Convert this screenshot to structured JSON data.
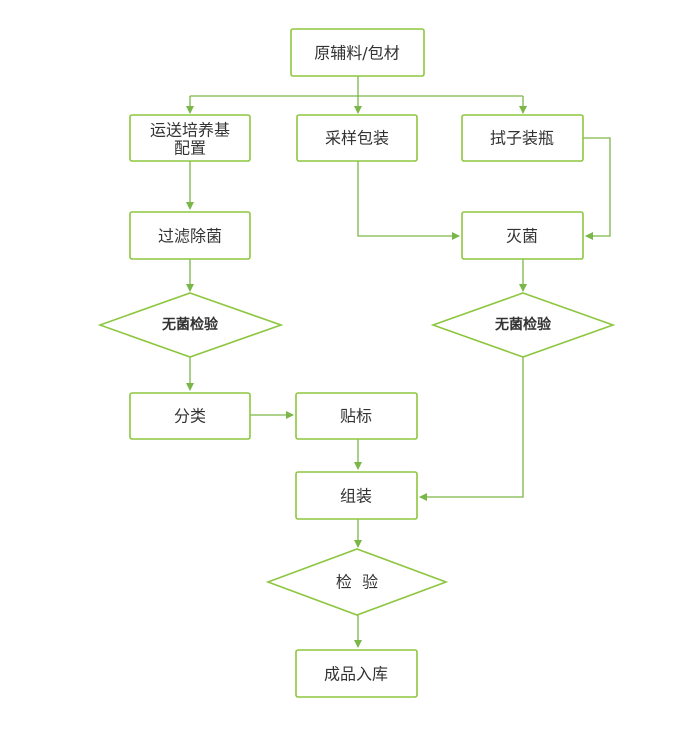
{
  "flowchart": {
    "nodes": {
      "raw_materials": "原辅料/包材",
      "medium_prep_line1": "运送培养基",
      "medium_prep_line2": "配置",
      "sampling_packaging": "采样包装",
      "swab_bottling": "拭子装瓶",
      "filter_sterilize": "过滤除菌",
      "sterilization": "灭菌",
      "sterility_test_left": "无菌检验",
      "sterility_test_right": "无菌检验",
      "classification": "分类",
      "labeling": "贴标",
      "assembly": "组装",
      "inspection": "检  验",
      "warehousing": "成品入库"
    }
  }
}
